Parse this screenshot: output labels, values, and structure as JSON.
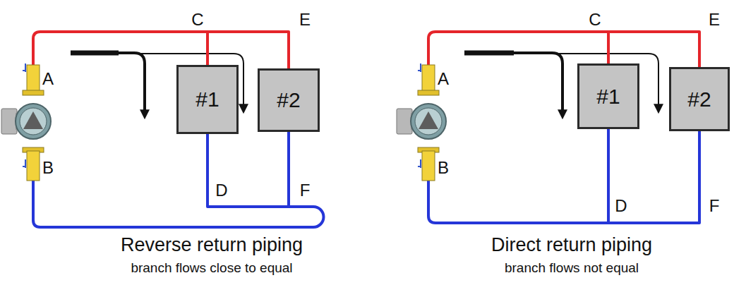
{
  "diagram": {
    "nodes": [
      {
        "text": [
          "#1"
        ]
      },
      {
        "text": [
          "#2"
        ]
      },
      {
        "text": [
          "#1"
        ]
      },
      {
        "text": [
          "#2"
        ]
      }
    ],
    "edges": [
      {
        "from": 0,
        "to": 1,
        "arrow": "none"
      },
      {
        "from": 0,
        "to": 1,
        "arrow": "none"
      },
      {
        "from": 2,
        "to": 3,
        "arrow": "none"
      },
      {
        "from": 2,
        "to": 3,
        "arrow": "none"
      }
    ],
    "labels": [
      "A",
      "B",
      "C",
      "E",
      "D",
      "F",
      "Reverse return piping",
      "branch flows close to equal",
      "A",
      "B",
      "C",
      "E",
      "D",
      "F",
      "Direct return piping",
      "branch flows not equal"
    ]
  }
}
